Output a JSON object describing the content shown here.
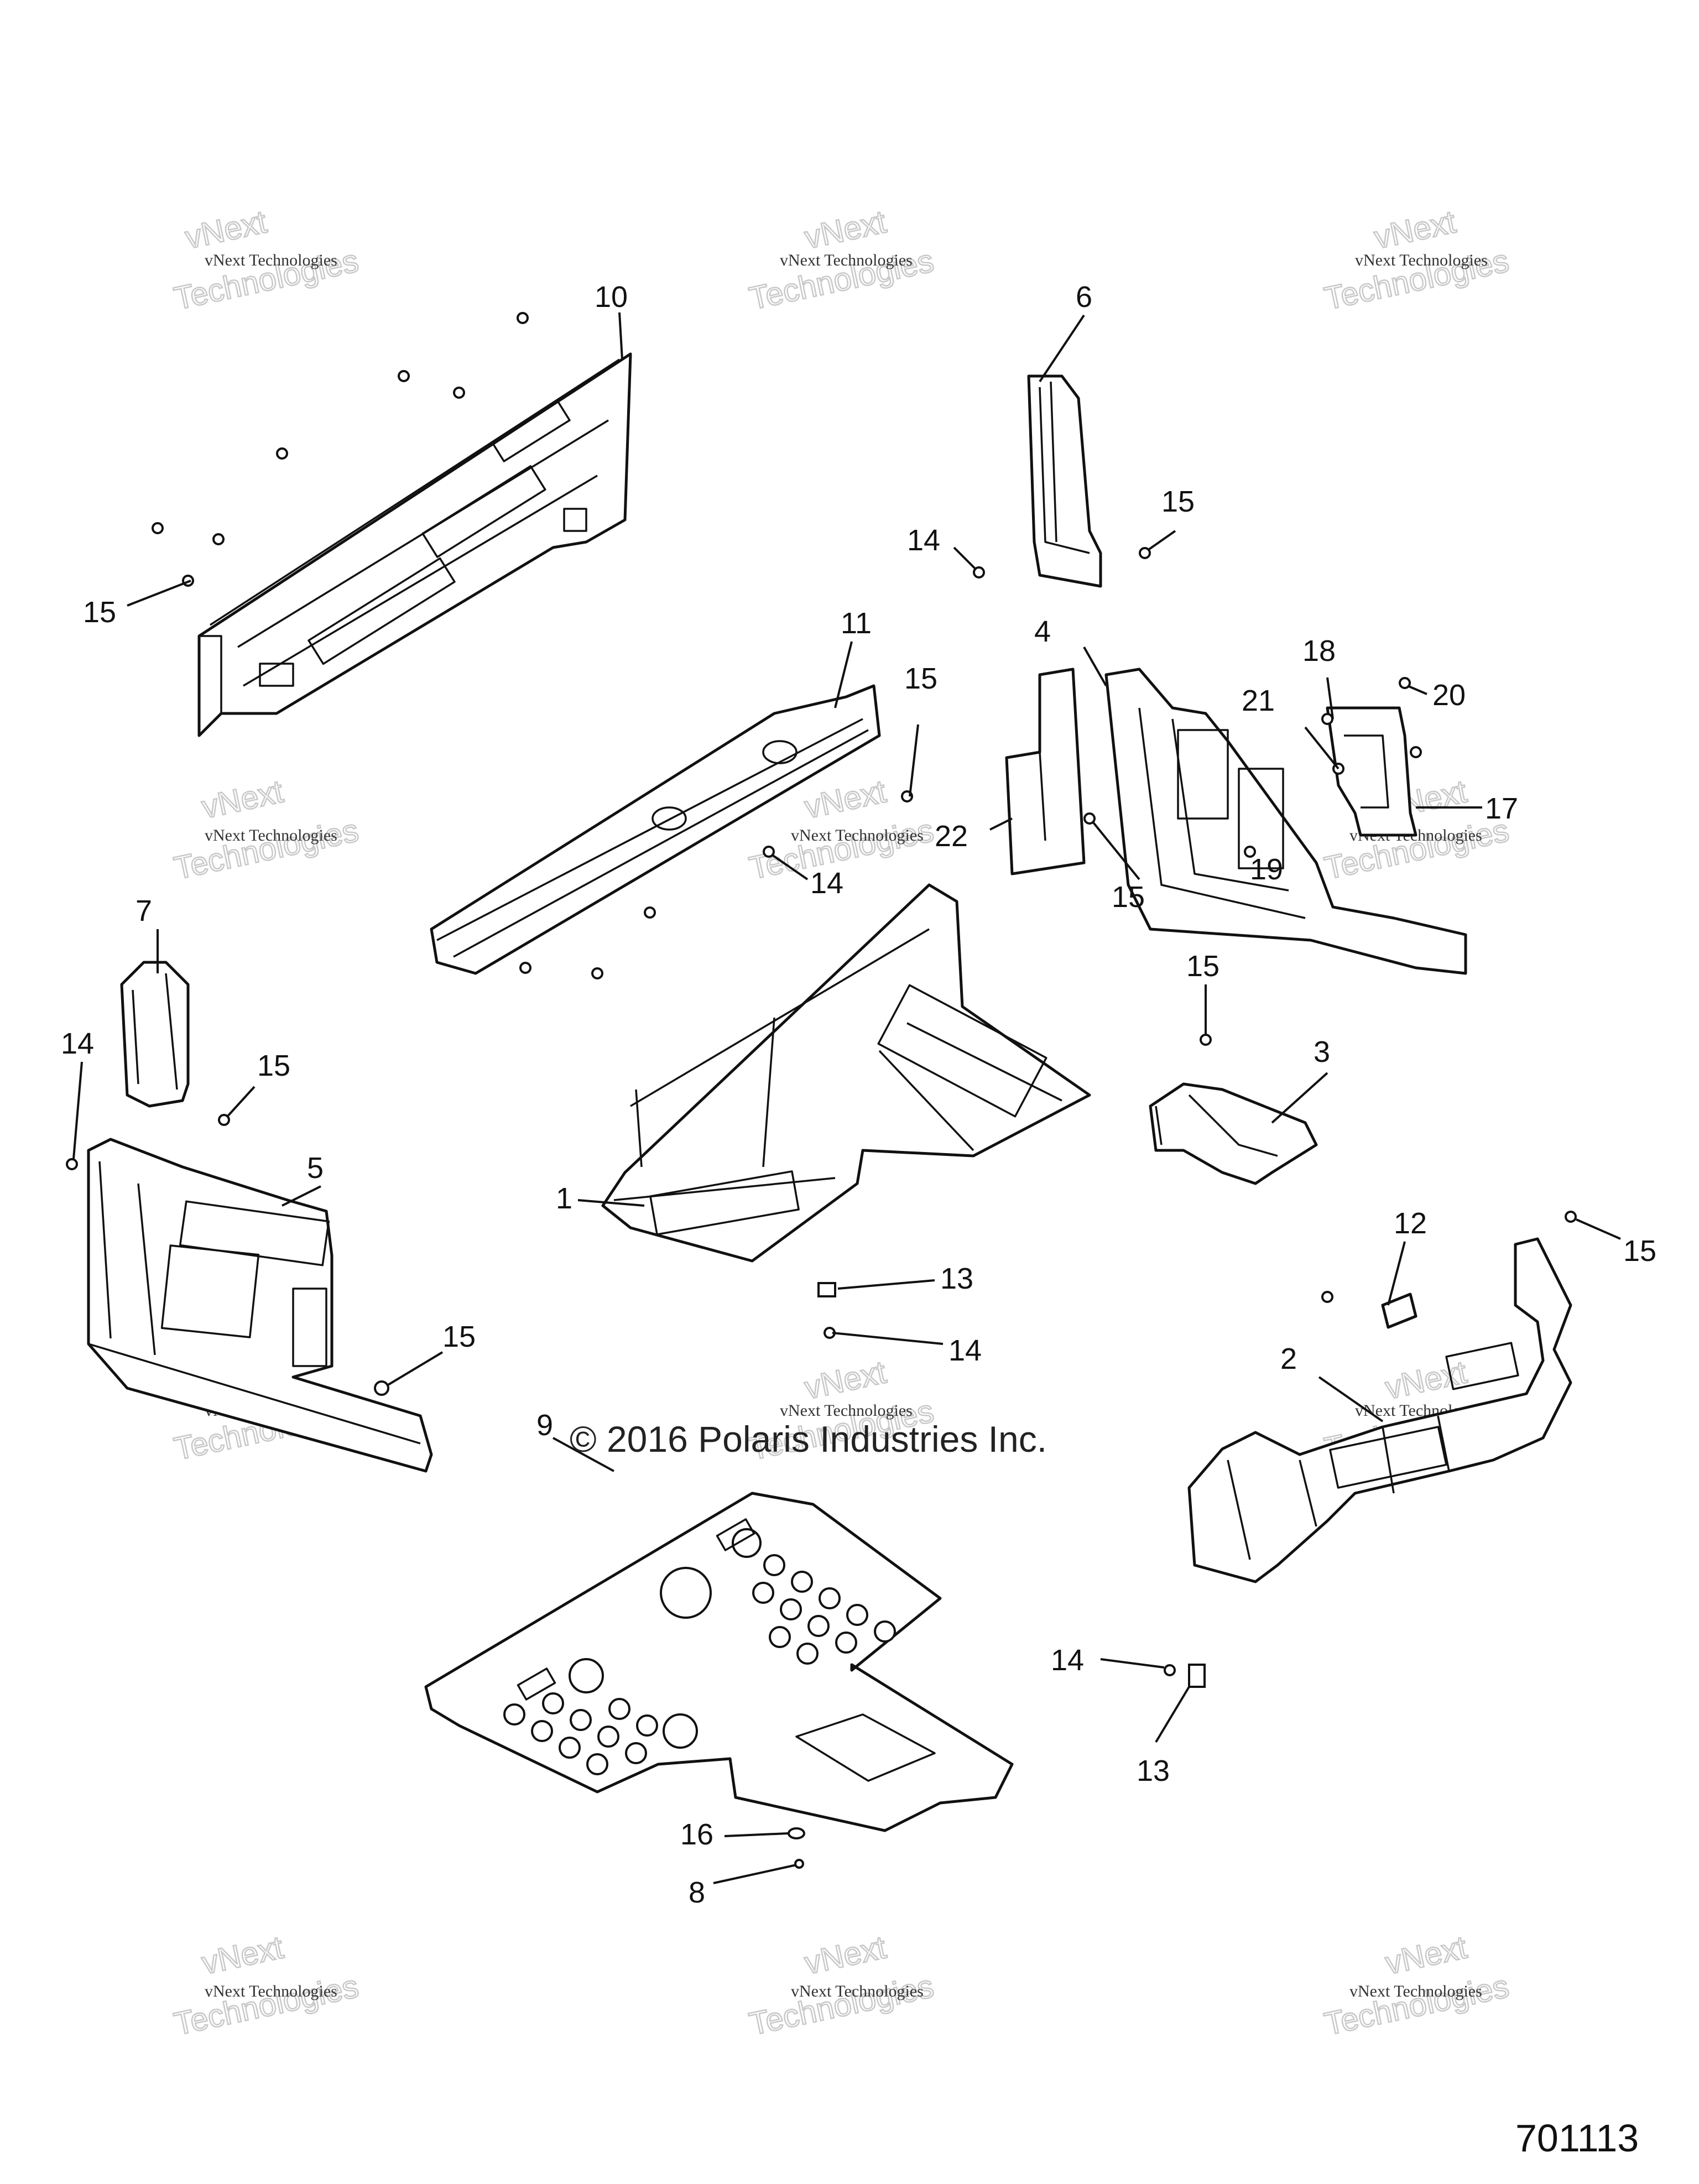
{
  "diagram": {
    "copyright": "© 2016 Polaris Industries Inc.",
    "drawing_number": "701113",
    "watermark": {
      "name_small": "vNext Technologies",
      "big_line1": "vNext",
      "big_line2": "Technologies"
    },
    "callouts": [
      "1",
      "2",
      "3",
      "4",
      "5",
      "6",
      "7",
      "8",
      "9",
      "10",
      "11",
      "12",
      "13",
      "14",
      "15",
      "16",
      "17",
      "18",
      "19",
      "20",
      "21",
      "22"
    ]
  }
}
